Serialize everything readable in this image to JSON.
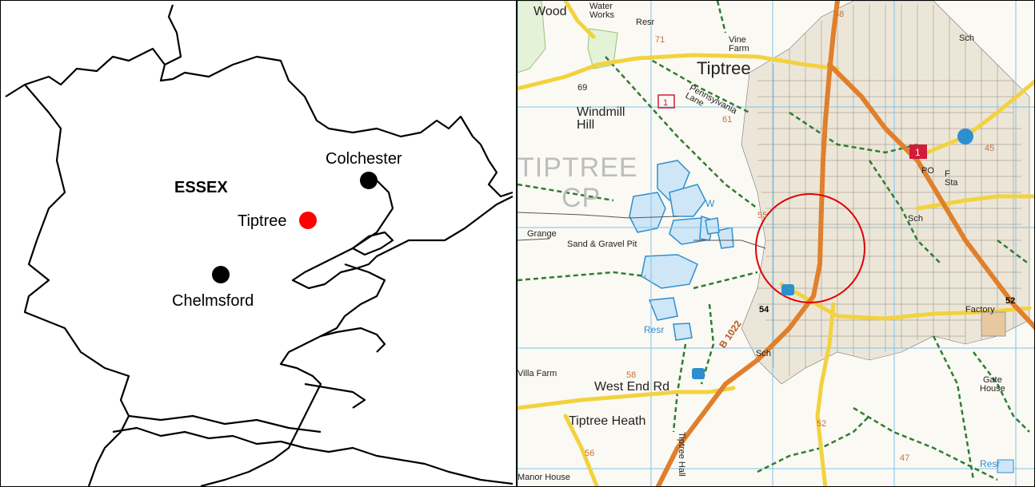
{
  "left_map": {
    "county_label": "ESSEX",
    "towns": [
      {
        "name": "Colchester",
        "marker_color": "#000000"
      },
      {
        "name": "Tiptree",
        "marker_color": "#ff0000"
      },
      {
        "name": "Chelmsford",
        "marker_color": "#000000"
      }
    ]
  },
  "right_map": {
    "labels": {
      "wood": "Wood",
      "water_works": "Water\nWorks",
      "resr_top": "Resr",
      "vine_farm": "Vine\nFarm",
      "tiptree": "Tiptree",
      "pennsylvania_lane": "Pennsylvania\nLane",
      "windmill_hill": "Windmill\nHill",
      "tiptree_cp_1": "TIPTREE",
      "tiptree_cp_2": "CP",
      "grange": "Grange",
      "sand_gravel_pit": "Sand & Gravel Pit",
      "w": "W",
      "po": "PO",
      "fs_sta": "F\nSta",
      "sch_mid": "Sch",
      "sch_top": "Sch",
      "sch_low": "Sch",
      "factory": "Factory",
      "resr_mid": "Resr",
      "b1022": "B 1022",
      "gate_house": "Gate\nHouse",
      "villa_farm": "Villa Farm",
      "west_end_rd": "West End Rd",
      "tiptree_heath": "Tiptree Heath",
      "manor_house": "Manor House",
      "resr_bottom": "Resr",
      "tiptree_hall": "Tiptree Hall"
    },
    "spot_heights": [
      "71",
      "69",
      "61",
      "58",
      "55",
      "54",
      "52",
      "45",
      "58",
      "56",
      "52",
      "47"
    ],
    "highlight_circle_color": "#e00000",
    "colors": {
      "a_road": "#e07f2c",
      "b_road": "#f2d23e",
      "footpath": "#2e7d32",
      "water": "#cfe6f7",
      "grid": "#7cc4e8"
    }
  }
}
